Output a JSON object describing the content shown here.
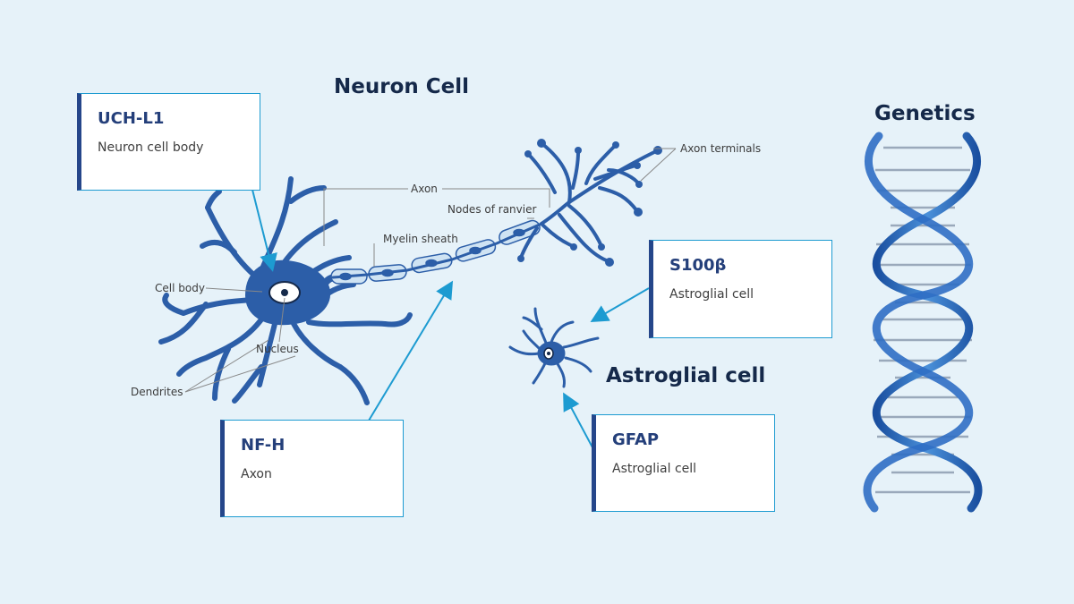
{
  "titles": {
    "neuron": "Neuron Cell",
    "genetics": "Genetics",
    "astroglial": "Astroglial cell"
  },
  "cards": {
    "uch": {
      "title": "UCH-L1",
      "subtitle": "Neuron cell body"
    },
    "nfh": {
      "title": "NF-H",
      "subtitle": "Axon"
    },
    "s100": {
      "title": "S100β",
      "subtitle": "Astroglial cell"
    },
    "gfap": {
      "title": "GFAP",
      "subtitle": "Astroglial cell"
    }
  },
  "labels": {
    "axon": "Axon",
    "axon_terminals": "Axon terminals",
    "nodes_of_ranvier": "Nodes of ranvier",
    "myelin_sheath": "Myelin sheath",
    "cell_body": "Cell body",
    "nucleus": "Nucleus",
    "dendrites": "Dendrites"
  },
  "colors": {
    "background": "#e6f2f9",
    "neuron_blue": "#2c5ea8",
    "arrow_cyan": "#1d9bd1",
    "card_accent": "#25468a",
    "title_navy": "#15294a"
  }
}
